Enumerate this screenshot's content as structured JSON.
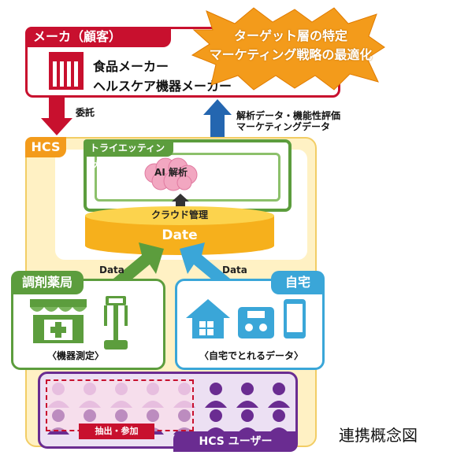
{
  "maker": {
    "header": "メーカ（顧客）",
    "line1": "食品メーカー",
    "line2": "ヘルスケア機器メーカー"
  },
  "burst": {
    "line1": "ターゲット層の特定",
    "line2": "マーケティング戦略の最適化"
  },
  "arrows": {
    "commission": "委託",
    "feedback_line1": "解析データ・機能性評価",
    "feedback_line2": "マーケティングデータ",
    "data_left": "Data",
    "data_right": "Data"
  },
  "hcs": {
    "tab": "HCS",
    "try_eating": "トライエッティング",
    "ai": "AI 解析",
    "cloud": "クラウド管理",
    "date": "Date"
  },
  "pharmacy": {
    "tab": "調剤薬局",
    "caption": "〈機器測定〉"
  },
  "home": {
    "tab": "自宅",
    "caption": "〈自宅でとれるデータ〉"
  },
  "users": {
    "tab": "HCS ユーザー",
    "extract": "抽出・参加"
  },
  "caption": "連携概念図",
  "colors": {
    "maker_red": "#c8102e",
    "hcs_orange": "#f39b1b",
    "try_green": "#5c9d3d",
    "home_blue": "#3aa6d8",
    "user_purple": "#6a2c91",
    "cylinder_yellow": "#f6b01c",
    "feedback_blue": "#2466b0"
  }
}
